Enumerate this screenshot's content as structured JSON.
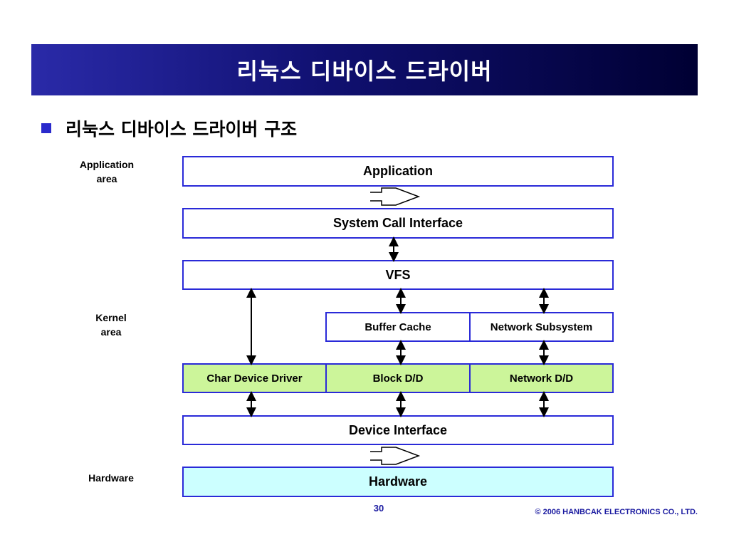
{
  "slide": {
    "title": "리눅스 디바이스 드라이버",
    "bullet": "리눅스 디바이스 드라이버 구조",
    "page_number": "30",
    "copyright": "© 2006 HANBCAK ELECTRONICS CO., LTD."
  },
  "side_labels": {
    "application_area": "Application\narea",
    "kernel_area": "Kernel\narea",
    "hardware": "Hardware"
  },
  "layers": {
    "application": "Application",
    "system_call_interface": "System Call Interface",
    "vfs": "VFS",
    "buffer_cache": "Buffer Cache",
    "network_subsystem": "Network Subsystem",
    "char_device_driver": "Char Device Driver",
    "block_dd": "Block D/D",
    "network_dd": "Network D/D",
    "device_interface": "Device Interface",
    "hardware": "Hardware"
  },
  "colors": {
    "box_border": "#2a2ad8",
    "driver_fill": "#ccf59a",
    "hardware_fill": "#ccffff",
    "title_gradient_start": "#2a2aa8",
    "title_gradient_end": "#000033"
  }
}
